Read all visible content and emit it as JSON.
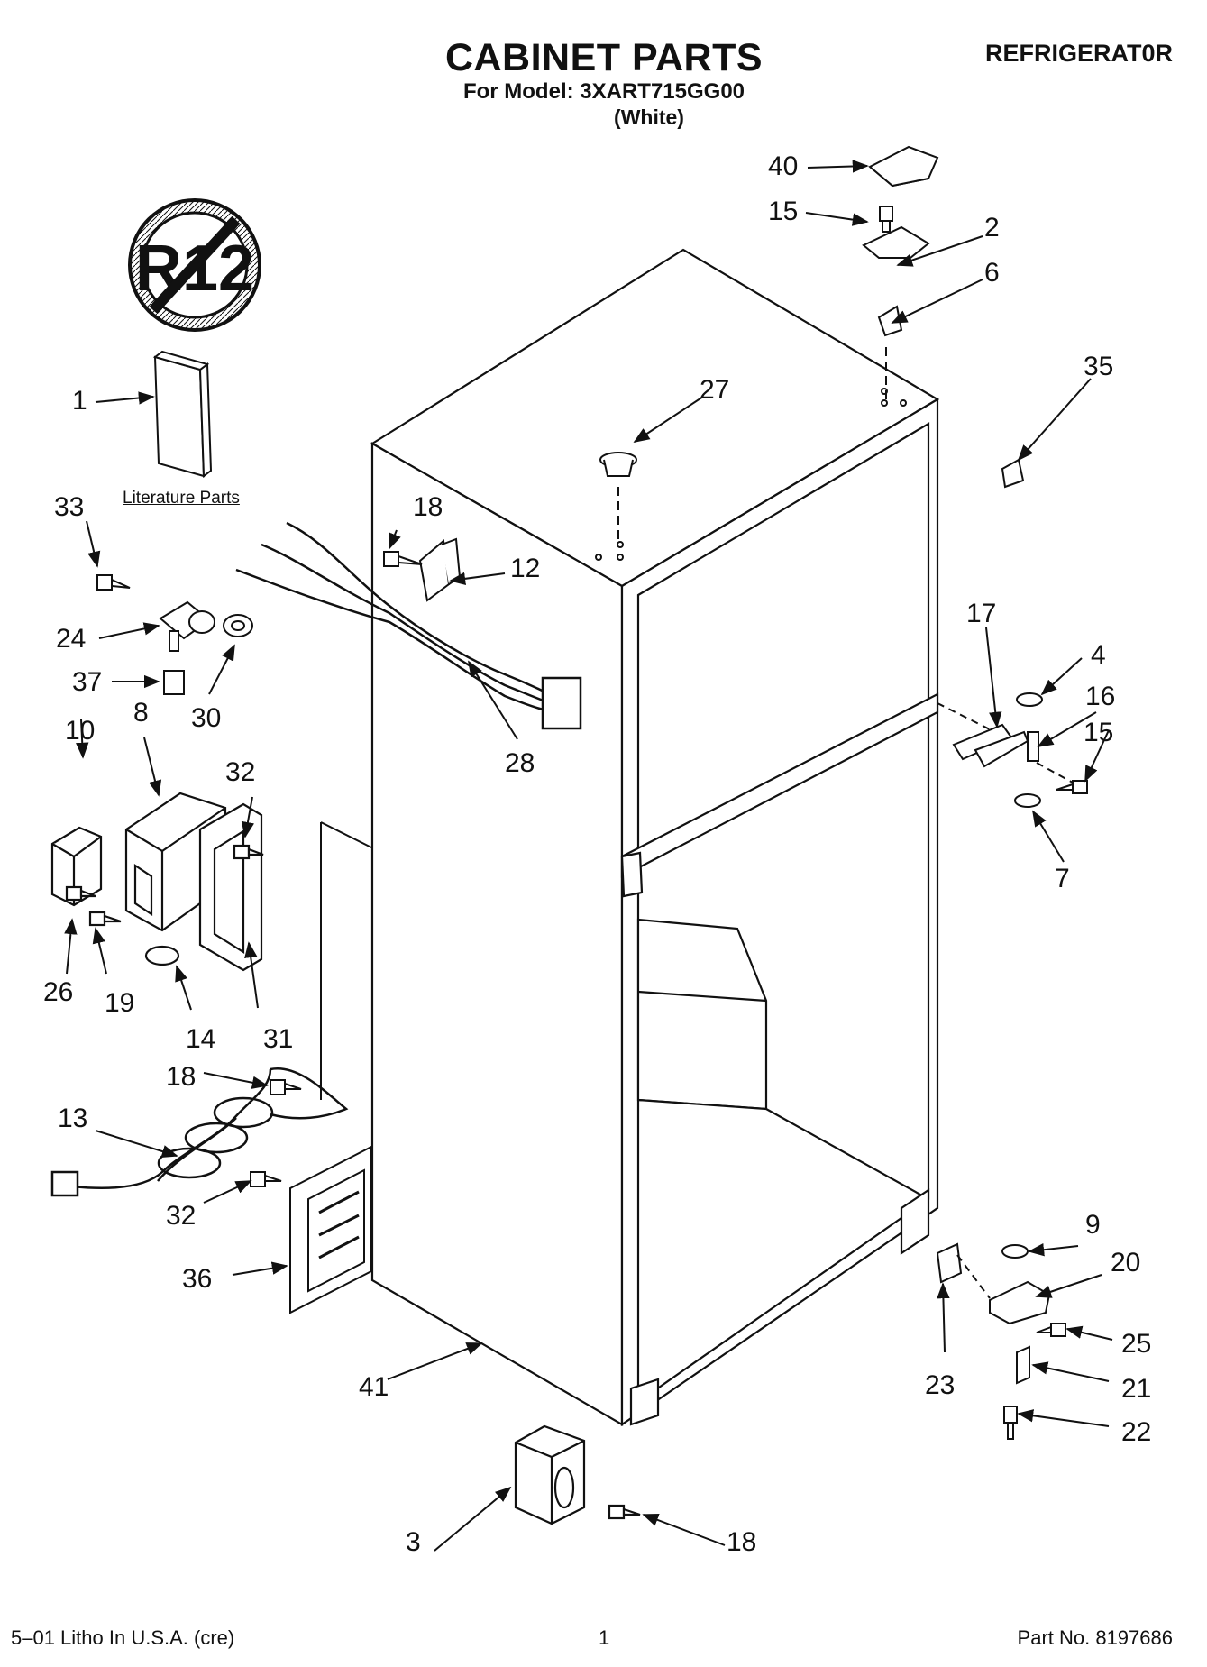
{
  "header": {
    "title": "CABINET PARTS",
    "model_line": "For Model: 3XART715GG00",
    "color": "(White)",
    "category": "REFRIGERAT0R"
  },
  "literature_label": "Literature Parts",
  "badge_text": "R12",
  "callouts": [
    {
      "id": "c40",
      "label": "40"
    },
    {
      "id": "c15a",
      "label": "15"
    },
    {
      "id": "c2",
      "label": "2"
    },
    {
      "id": "c6",
      "label": "6"
    },
    {
      "id": "c35",
      "label": "35"
    },
    {
      "id": "c27",
      "label": "27"
    },
    {
      "id": "c1",
      "label": "1"
    },
    {
      "id": "c33",
      "label": "33"
    },
    {
      "id": "c18a",
      "label": "18"
    },
    {
      "id": "c12",
      "label": "12"
    },
    {
      "id": "c24",
      "label": "24"
    },
    {
      "id": "c37",
      "label": "37"
    },
    {
      "id": "c30",
      "label": "30"
    },
    {
      "id": "c28",
      "label": "28"
    },
    {
      "id": "c17",
      "label": "17"
    },
    {
      "id": "c4",
      "label": "4"
    },
    {
      "id": "c16",
      "label": "16"
    },
    {
      "id": "c15b",
      "label": "15"
    },
    {
      "id": "c7",
      "label": "7"
    },
    {
      "id": "c10",
      "label": "10"
    },
    {
      "id": "c8",
      "label": "8"
    },
    {
      "id": "c32a",
      "label": "32"
    },
    {
      "id": "c26",
      "label": "26"
    },
    {
      "id": "c19",
      "label": "19"
    },
    {
      "id": "c14",
      "label": "14"
    },
    {
      "id": "c31",
      "label": "31"
    },
    {
      "id": "c18b",
      "label": "18"
    },
    {
      "id": "c13",
      "label": "13"
    },
    {
      "id": "c32b",
      "label": "32"
    },
    {
      "id": "c36",
      "label": "36"
    },
    {
      "id": "c9",
      "label": "9"
    },
    {
      "id": "c20",
      "label": "20"
    },
    {
      "id": "c23",
      "label": "23"
    },
    {
      "id": "c25",
      "label": "25"
    },
    {
      "id": "c21",
      "label": "21"
    },
    {
      "id": "c22",
      "label": "22"
    },
    {
      "id": "c41",
      "label": "41"
    },
    {
      "id": "c3",
      "label": "3"
    },
    {
      "id": "c18c",
      "label": "18"
    }
  ],
  "footer": {
    "left": "5–01 Litho In U.S.A. (cre)",
    "page": "1",
    "part_no": "Part No. 8197686"
  }
}
